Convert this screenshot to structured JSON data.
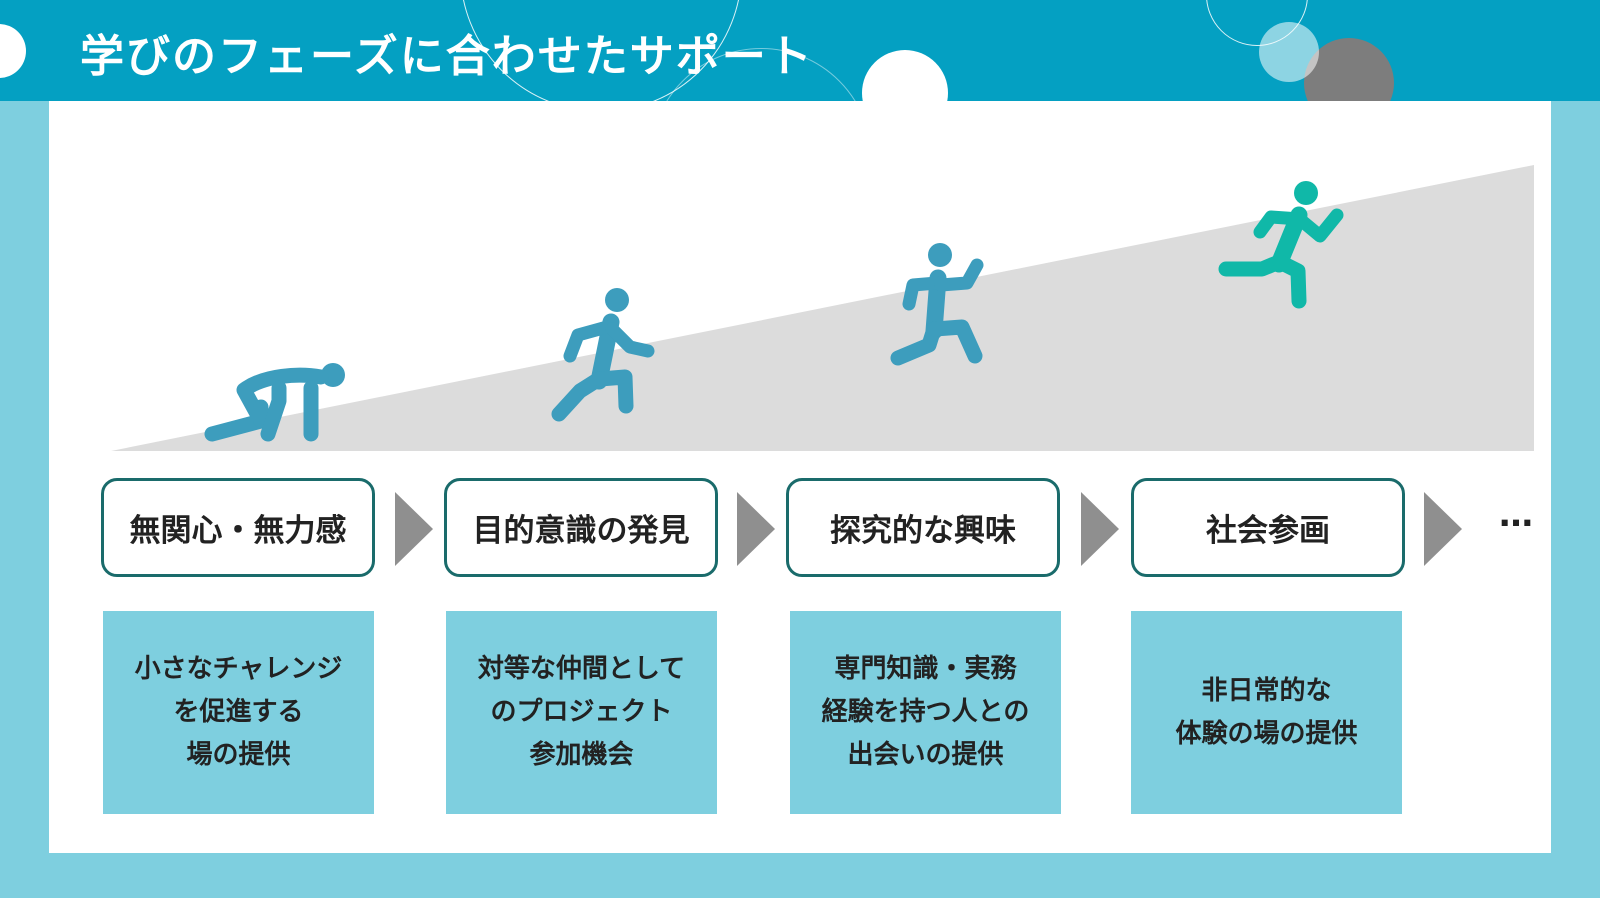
{
  "title": "学びのフェーズに合わせたサポート",
  "colors": {
    "header": "#04a0c2",
    "background": "#7ecfdf",
    "figure": "#3d9dbd",
    "figure_final": "#10b8a8",
    "phase_border": "#1a6b6b",
    "slope": "#dcdcdc",
    "arrow": "#8f8f8f"
  },
  "figures": [
    {
      "pose": "crouching-start-icon",
      "color": "#3d9dbd"
    },
    {
      "pose": "walking-person-icon",
      "color": "#3d9dbd"
    },
    {
      "pose": "running-person-icon",
      "color": "#3d9dbd"
    },
    {
      "pose": "sprinting-person-icon",
      "color": "#10b8a8"
    }
  ],
  "phases": [
    {
      "label": "無関心・無力感",
      "support": "小さなチャレンジ\nを促進する\n場の提供"
    },
    {
      "label": "目的意識の発見",
      "support": "対等な仲間として\nのプロジェクト\n参加機会"
    },
    {
      "label": "探究的な興味",
      "support": "専門知識・実務\n経験を持つ人との\n出会いの提供"
    },
    {
      "label": "社会参画",
      "support": "非日常的な\n体験の場の提供"
    }
  ],
  "continuation": "…"
}
